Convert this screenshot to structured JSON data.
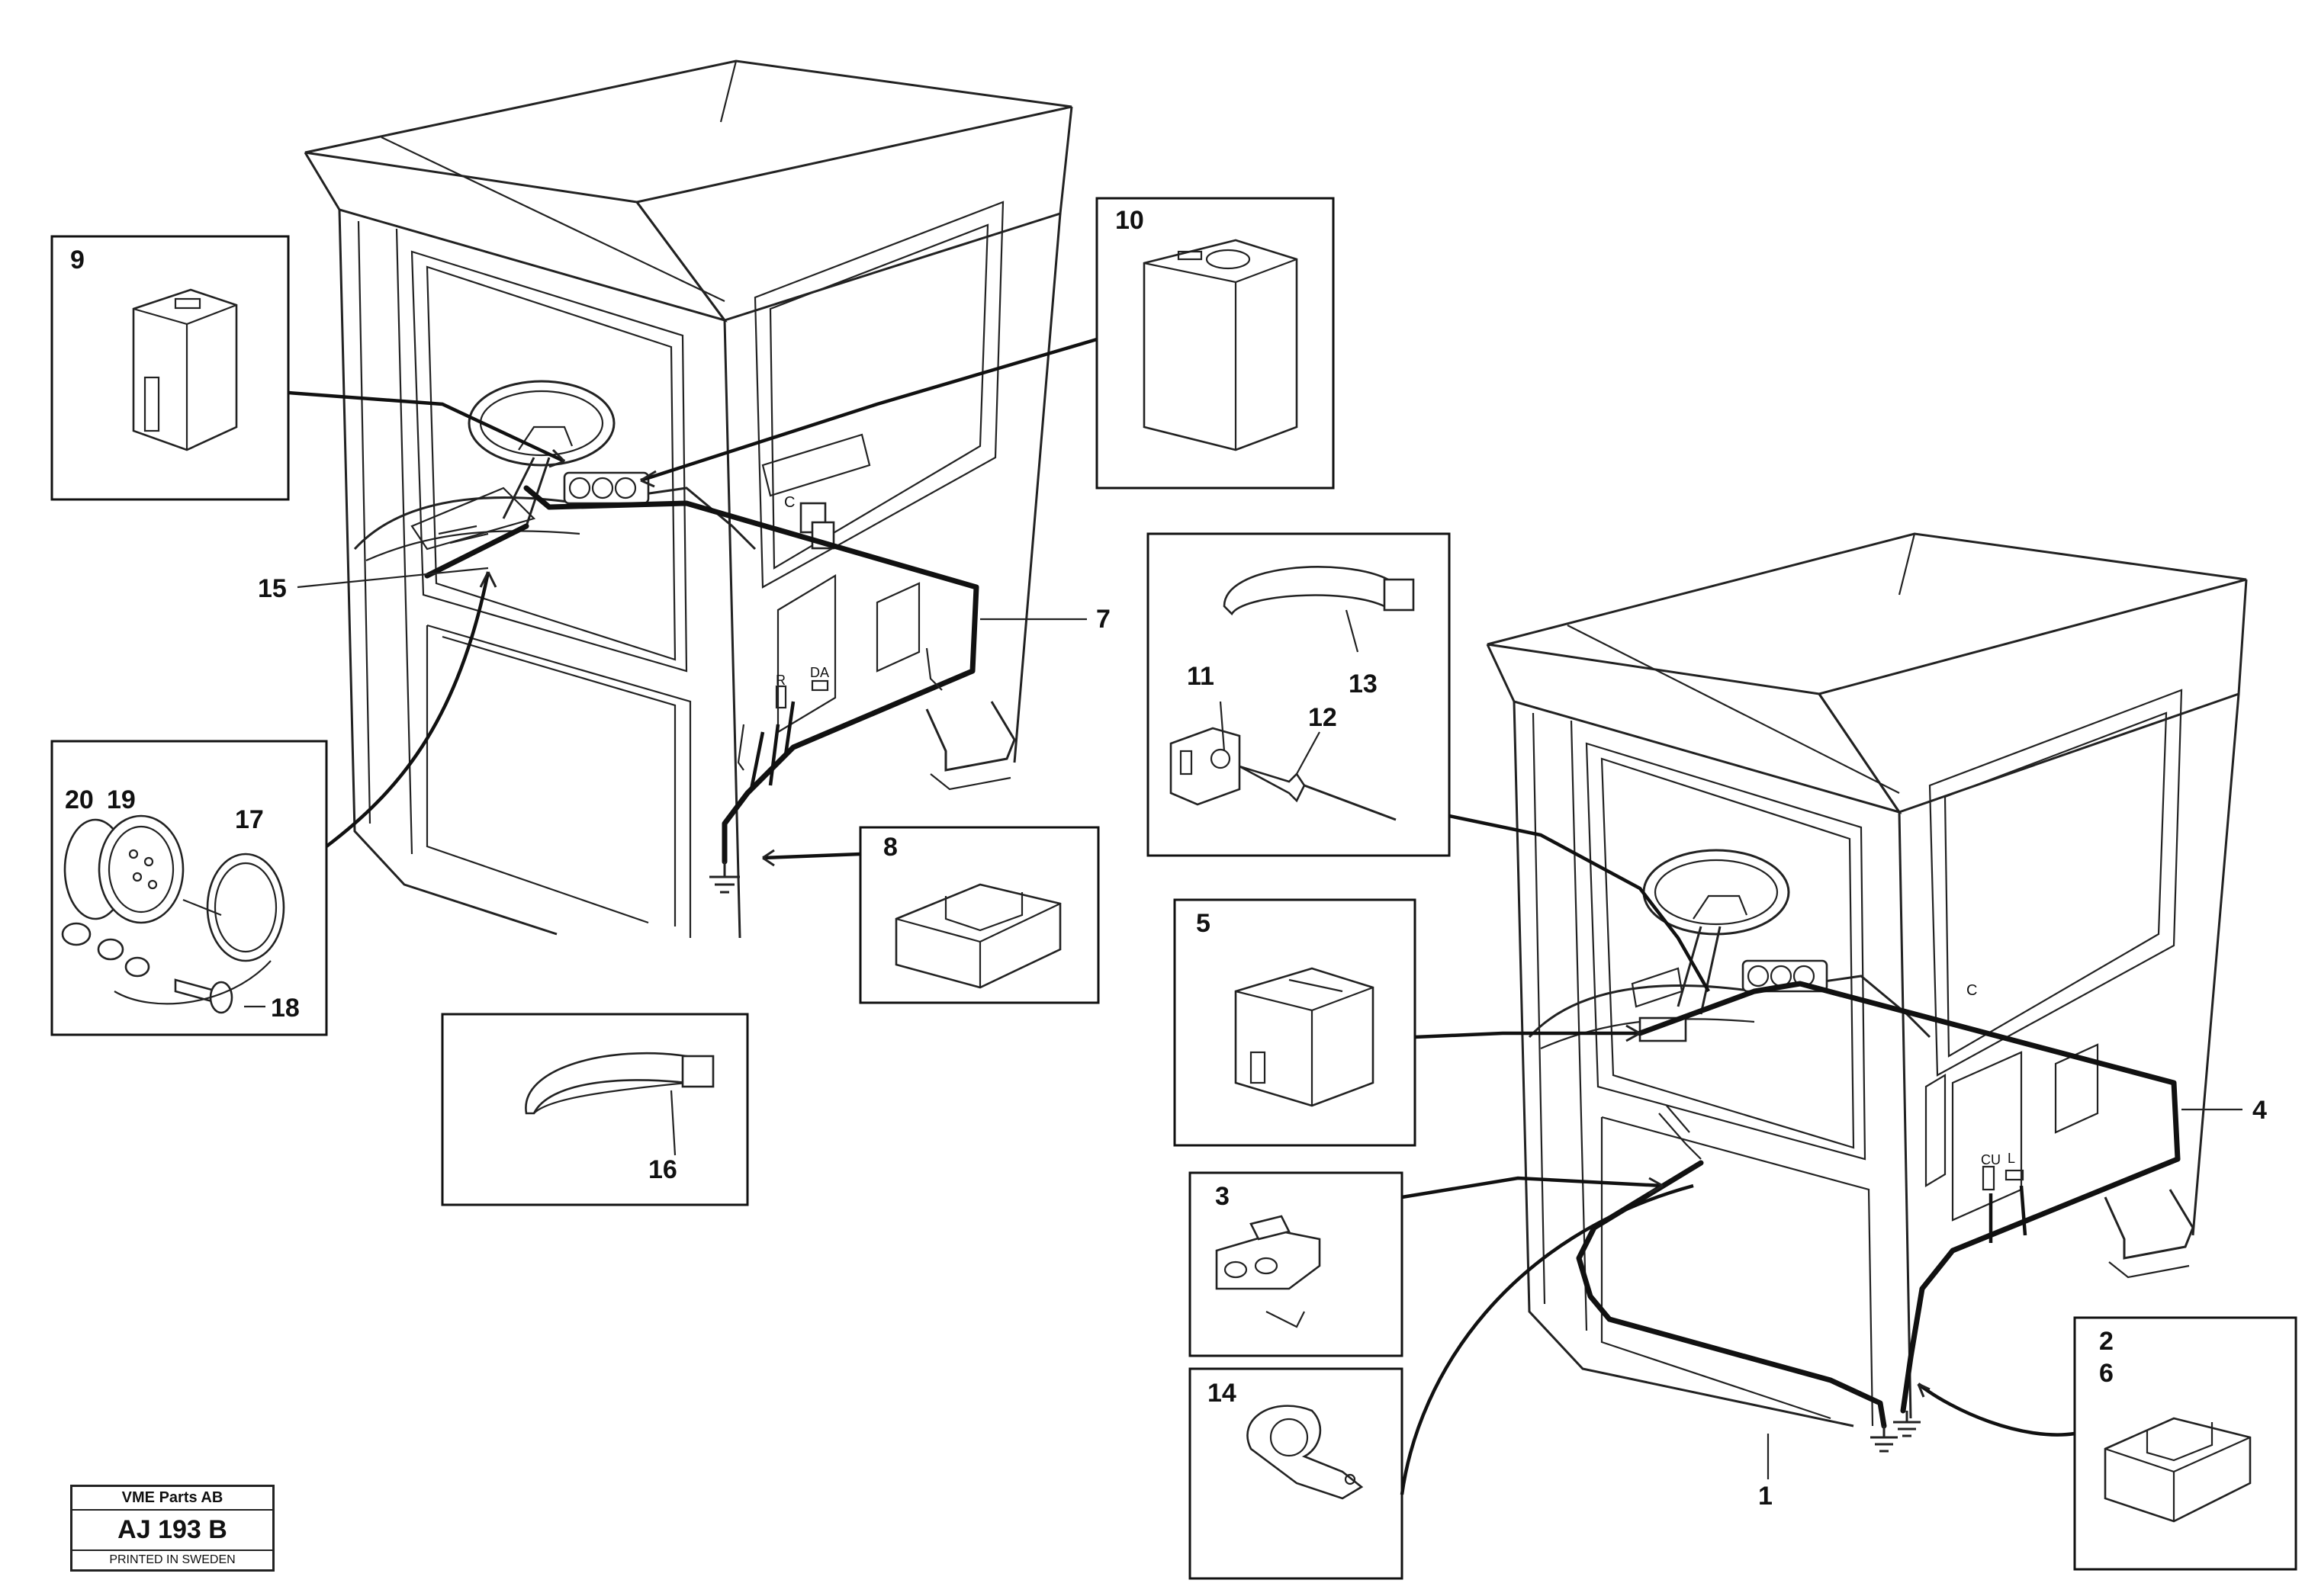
{
  "callouts": {
    "c1": "1",
    "c2": "2",
    "c3": "3",
    "c4": "4",
    "c5": "5",
    "c6": "6",
    "c7": "7",
    "c8": "8",
    "c9": "9",
    "c10": "10",
    "c11": "11",
    "c12": "12",
    "c13": "13",
    "c14": "14",
    "c15": "15",
    "c16": "16",
    "c17": "17",
    "c18": "18",
    "c19": "19",
    "c20": "20"
  },
  "panel_letters": {
    "left_c": "C",
    "left_r": "R",
    "left_da": "DA",
    "right_c": "C",
    "right_cu": "CU",
    "right_l": "L"
  },
  "stamp": {
    "company": "VME Parts AB",
    "code": "AJ 193 B",
    "printed": "PRINTED IN SWEDEN"
  }
}
